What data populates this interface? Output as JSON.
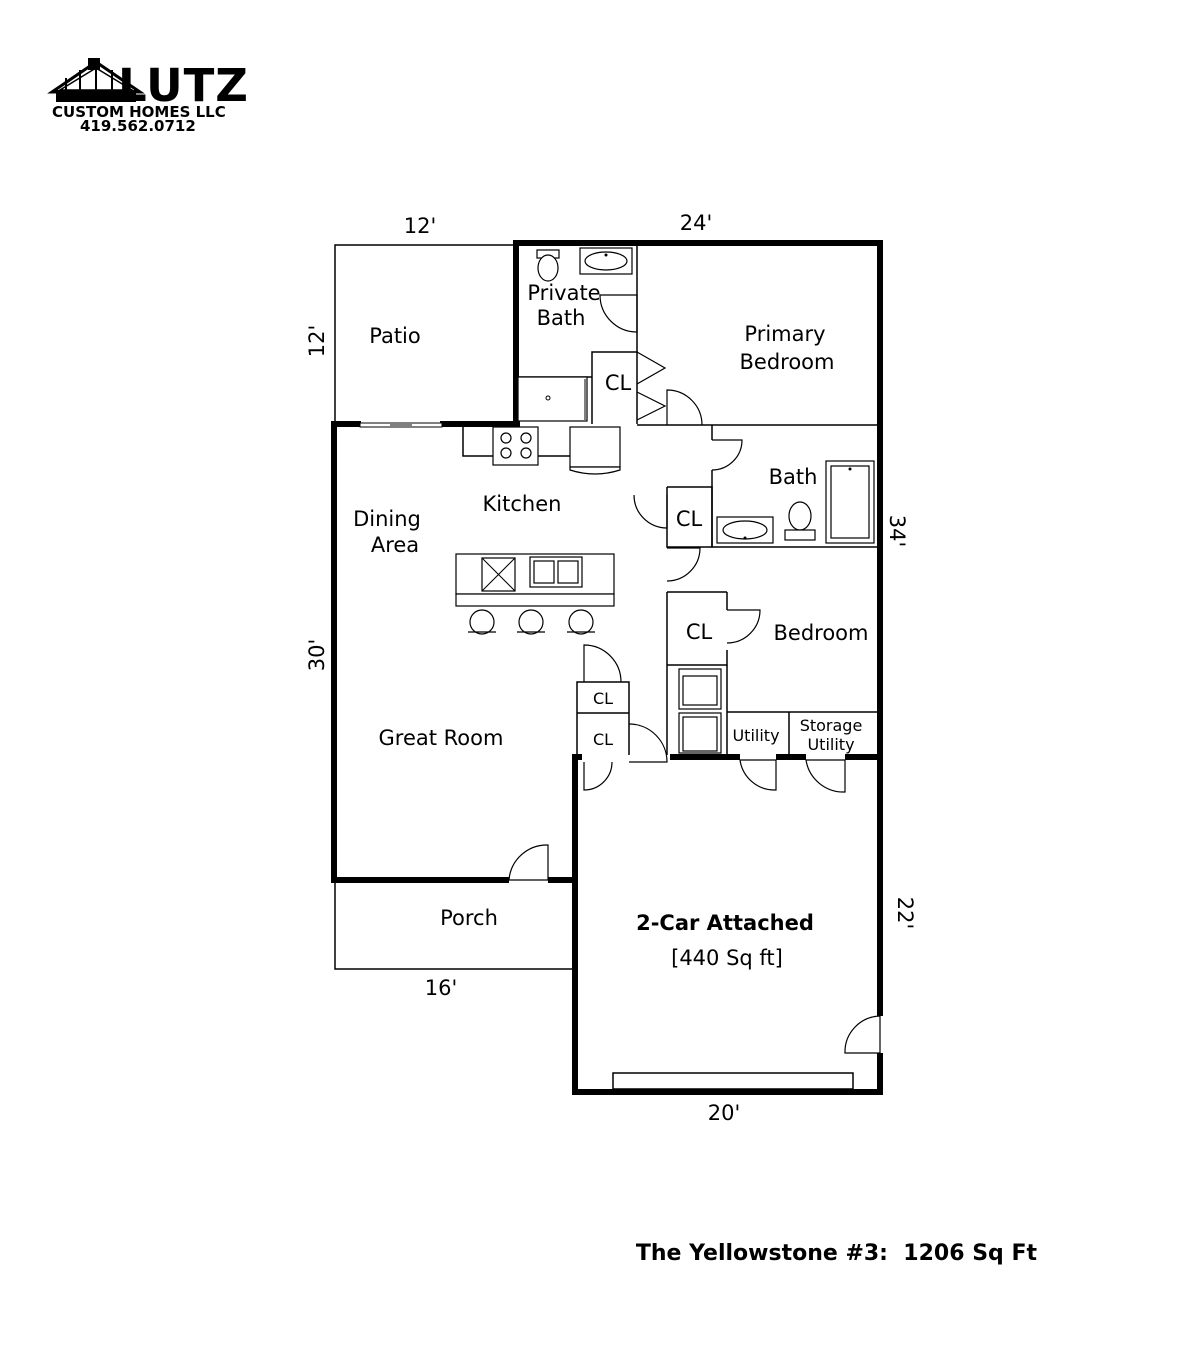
{
  "logo": {
    "name": "LUTZ",
    "line1": "CUSTOM HOMES LLC",
    "phone": "419.562.0712"
  },
  "caption": "The Yellowstone #3:  1206 Sq Ft",
  "rooms": {
    "patio": "Patio",
    "private_bath_1": "Private",
    "private_bath_2": "Bath",
    "primary_bedroom_1": "Primary",
    "primary_bedroom_2": "Bedroom",
    "bath": "Bath",
    "kitchen": "Kitchen",
    "dining_1": "Dining",
    "dining_2": "Area",
    "bedroom": "Bedroom",
    "great_room": "Great Room",
    "utility": "Utility",
    "storage_1": "Storage",
    "storage_2": "Utility",
    "porch": "Porch",
    "garage_1": "2-Car Attached",
    "garage_2": "[440 Sq ft]"
  },
  "closets": {
    "cl_primary": "CL",
    "cl_bath": "CL",
    "cl_bedroom": "CL",
    "cl_hall_1": "CL",
    "cl_hall_2": "CL"
  },
  "dimensions": {
    "patio_width": "12'",
    "house_width": "24'",
    "patio_depth": "12'",
    "house_depth": "34'",
    "great_room_depth": "30'",
    "porch_width": "16'",
    "garage_depth": "22'",
    "garage_width": "20'"
  }
}
